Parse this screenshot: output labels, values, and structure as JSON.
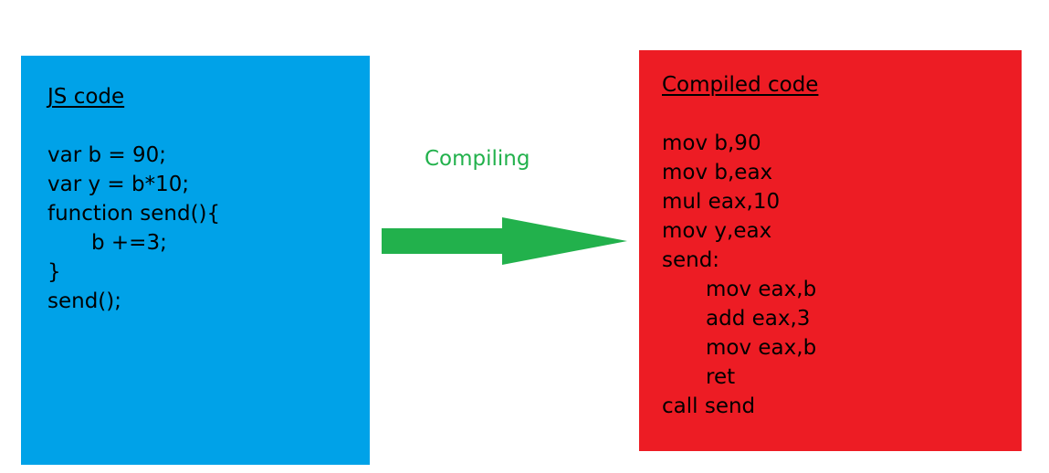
{
  "colors": {
    "js_panel": "#00a2e8",
    "compiled_panel": "#ed1c24",
    "arrow": "#22b14c",
    "text": "#000000"
  },
  "js_panel": {
    "heading": "JS code",
    "lines": [
      "var b = 90;",
      "var y = b*10;",
      "function send(){",
      "b +=3;",
      "}",
      "send();"
    ]
  },
  "arrow": {
    "label": "Compiling"
  },
  "compiled_panel": {
    "heading": "Compiled code",
    "lines": [
      "mov b,90",
      "mov b,eax",
      "mul eax,10",
      "mov y,eax",
      "send:",
      "mov eax,b",
      "add eax,3",
      "mov eax,b",
      "ret",
      "call send"
    ]
  }
}
